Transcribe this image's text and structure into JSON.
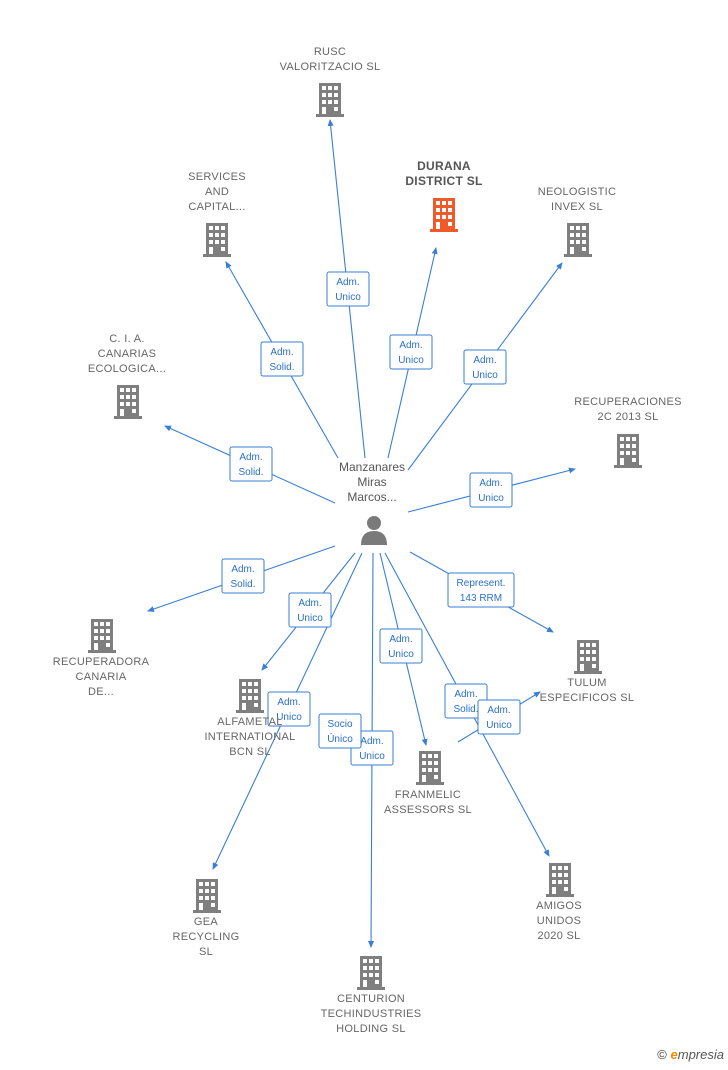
{
  "center": {
    "lines": [
      "Manzanares",
      "Miras",
      "Marcos..."
    ]
  },
  "colors": {
    "edge": "#3a7fd5",
    "node": "#7f7f7f",
    "highlight": "#f05a28"
  },
  "nodes": [
    {
      "id": "rusc",
      "lines": [
        "RUSC",
        "VALORITZACIO SL"
      ],
      "highlight": false
    },
    {
      "id": "services",
      "lines": [
        "SERVICES",
        "AND",
        "CAPITAL..."
      ],
      "highlight": false
    },
    {
      "id": "durana",
      "lines": [
        "DURANA",
        "DISTRICT  SL"
      ],
      "highlight": true
    },
    {
      "id": "neologistic",
      "lines": [
        "NEOLOGISTIC",
        "INVEX  SL"
      ],
      "highlight": false
    },
    {
      "id": "cia",
      "lines": [
        "C.  I. A.",
        "CANARIAS",
        "ECOLOGICA..."
      ],
      "highlight": false
    },
    {
      "id": "recuperaciones",
      "lines": [
        "RECUPERACIONES",
        "2C 2013 SL"
      ],
      "highlight": false
    },
    {
      "id": "recuperadora",
      "lines": [
        "RECUPERADORA",
        "CANARIA",
        "DE..."
      ],
      "highlight": false
    },
    {
      "id": "alfametal",
      "lines": [
        "ALFAMETAL",
        "INTERNATIONAL",
        "BCN  SL"
      ],
      "highlight": false
    },
    {
      "id": "tulum",
      "lines": [
        "TULUM",
        "ESPECIFICOS SL"
      ],
      "highlight": false
    },
    {
      "id": "franmelic",
      "lines": [
        "FRANMELIC",
        "ASSESSORS SL"
      ],
      "highlight": false
    },
    {
      "id": "gea",
      "lines": [
        "GEA",
        "RECYCLING",
        "SL"
      ],
      "highlight": false
    },
    {
      "id": "centurion",
      "lines": [
        "CENTURION",
        "TECHINDUSTRIES",
        "HOLDING  SL"
      ],
      "highlight": false
    },
    {
      "id": "amigos",
      "lines": [
        "AMIGOS",
        "UNIDOS",
        "2020  SL"
      ],
      "highlight": false
    }
  ],
  "edges": [
    {
      "target": "rusc",
      "label": [
        "Adm.",
        "Unico"
      ]
    },
    {
      "target": "services",
      "label": [
        "Adm.",
        "Solid."
      ]
    },
    {
      "target": "durana",
      "label": [
        "Adm.",
        "Unico"
      ]
    },
    {
      "target": "neologistic",
      "label": [
        "Adm.",
        "Unico"
      ]
    },
    {
      "target": "cia",
      "label": [
        "Adm.",
        "Solid."
      ]
    },
    {
      "target": "recuperaciones",
      "label": [
        "Adm.",
        "Unico"
      ]
    },
    {
      "target": "recuperadora",
      "label": [
        "Adm.",
        "Solid."
      ]
    },
    {
      "target": "alfametal",
      "label": [
        "Adm.",
        "Unico"
      ]
    },
    {
      "target": "tulum",
      "label": [
        "Represent.",
        "143 RRM"
      ]
    },
    {
      "target": "franmelic",
      "label": [
        "Adm.",
        "Unico"
      ]
    },
    {
      "target": "gea",
      "label": [
        "Adm.",
        "Unico"
      ]
    },
    {
      "target": "centurion",
      "label": [
        "Adm.",
        "Unico"
      ]
    },
    {
      "target": "amigos",
      "label": [
        "Adm.",
        "Solid."
      ]
    },
    {
      "target": "tulum2",
      "label": [
        "Adm.",
        "Unico"
      ]
    },
    {
      "target": "alfametal2",
      "label": [
        "Socio",
        "Único"
      ]
    }
  ],
  "footer": {
    "copyright": "©",
    "brand_initial": "e",
    "brand_rest": "mpresia"
  }
}
